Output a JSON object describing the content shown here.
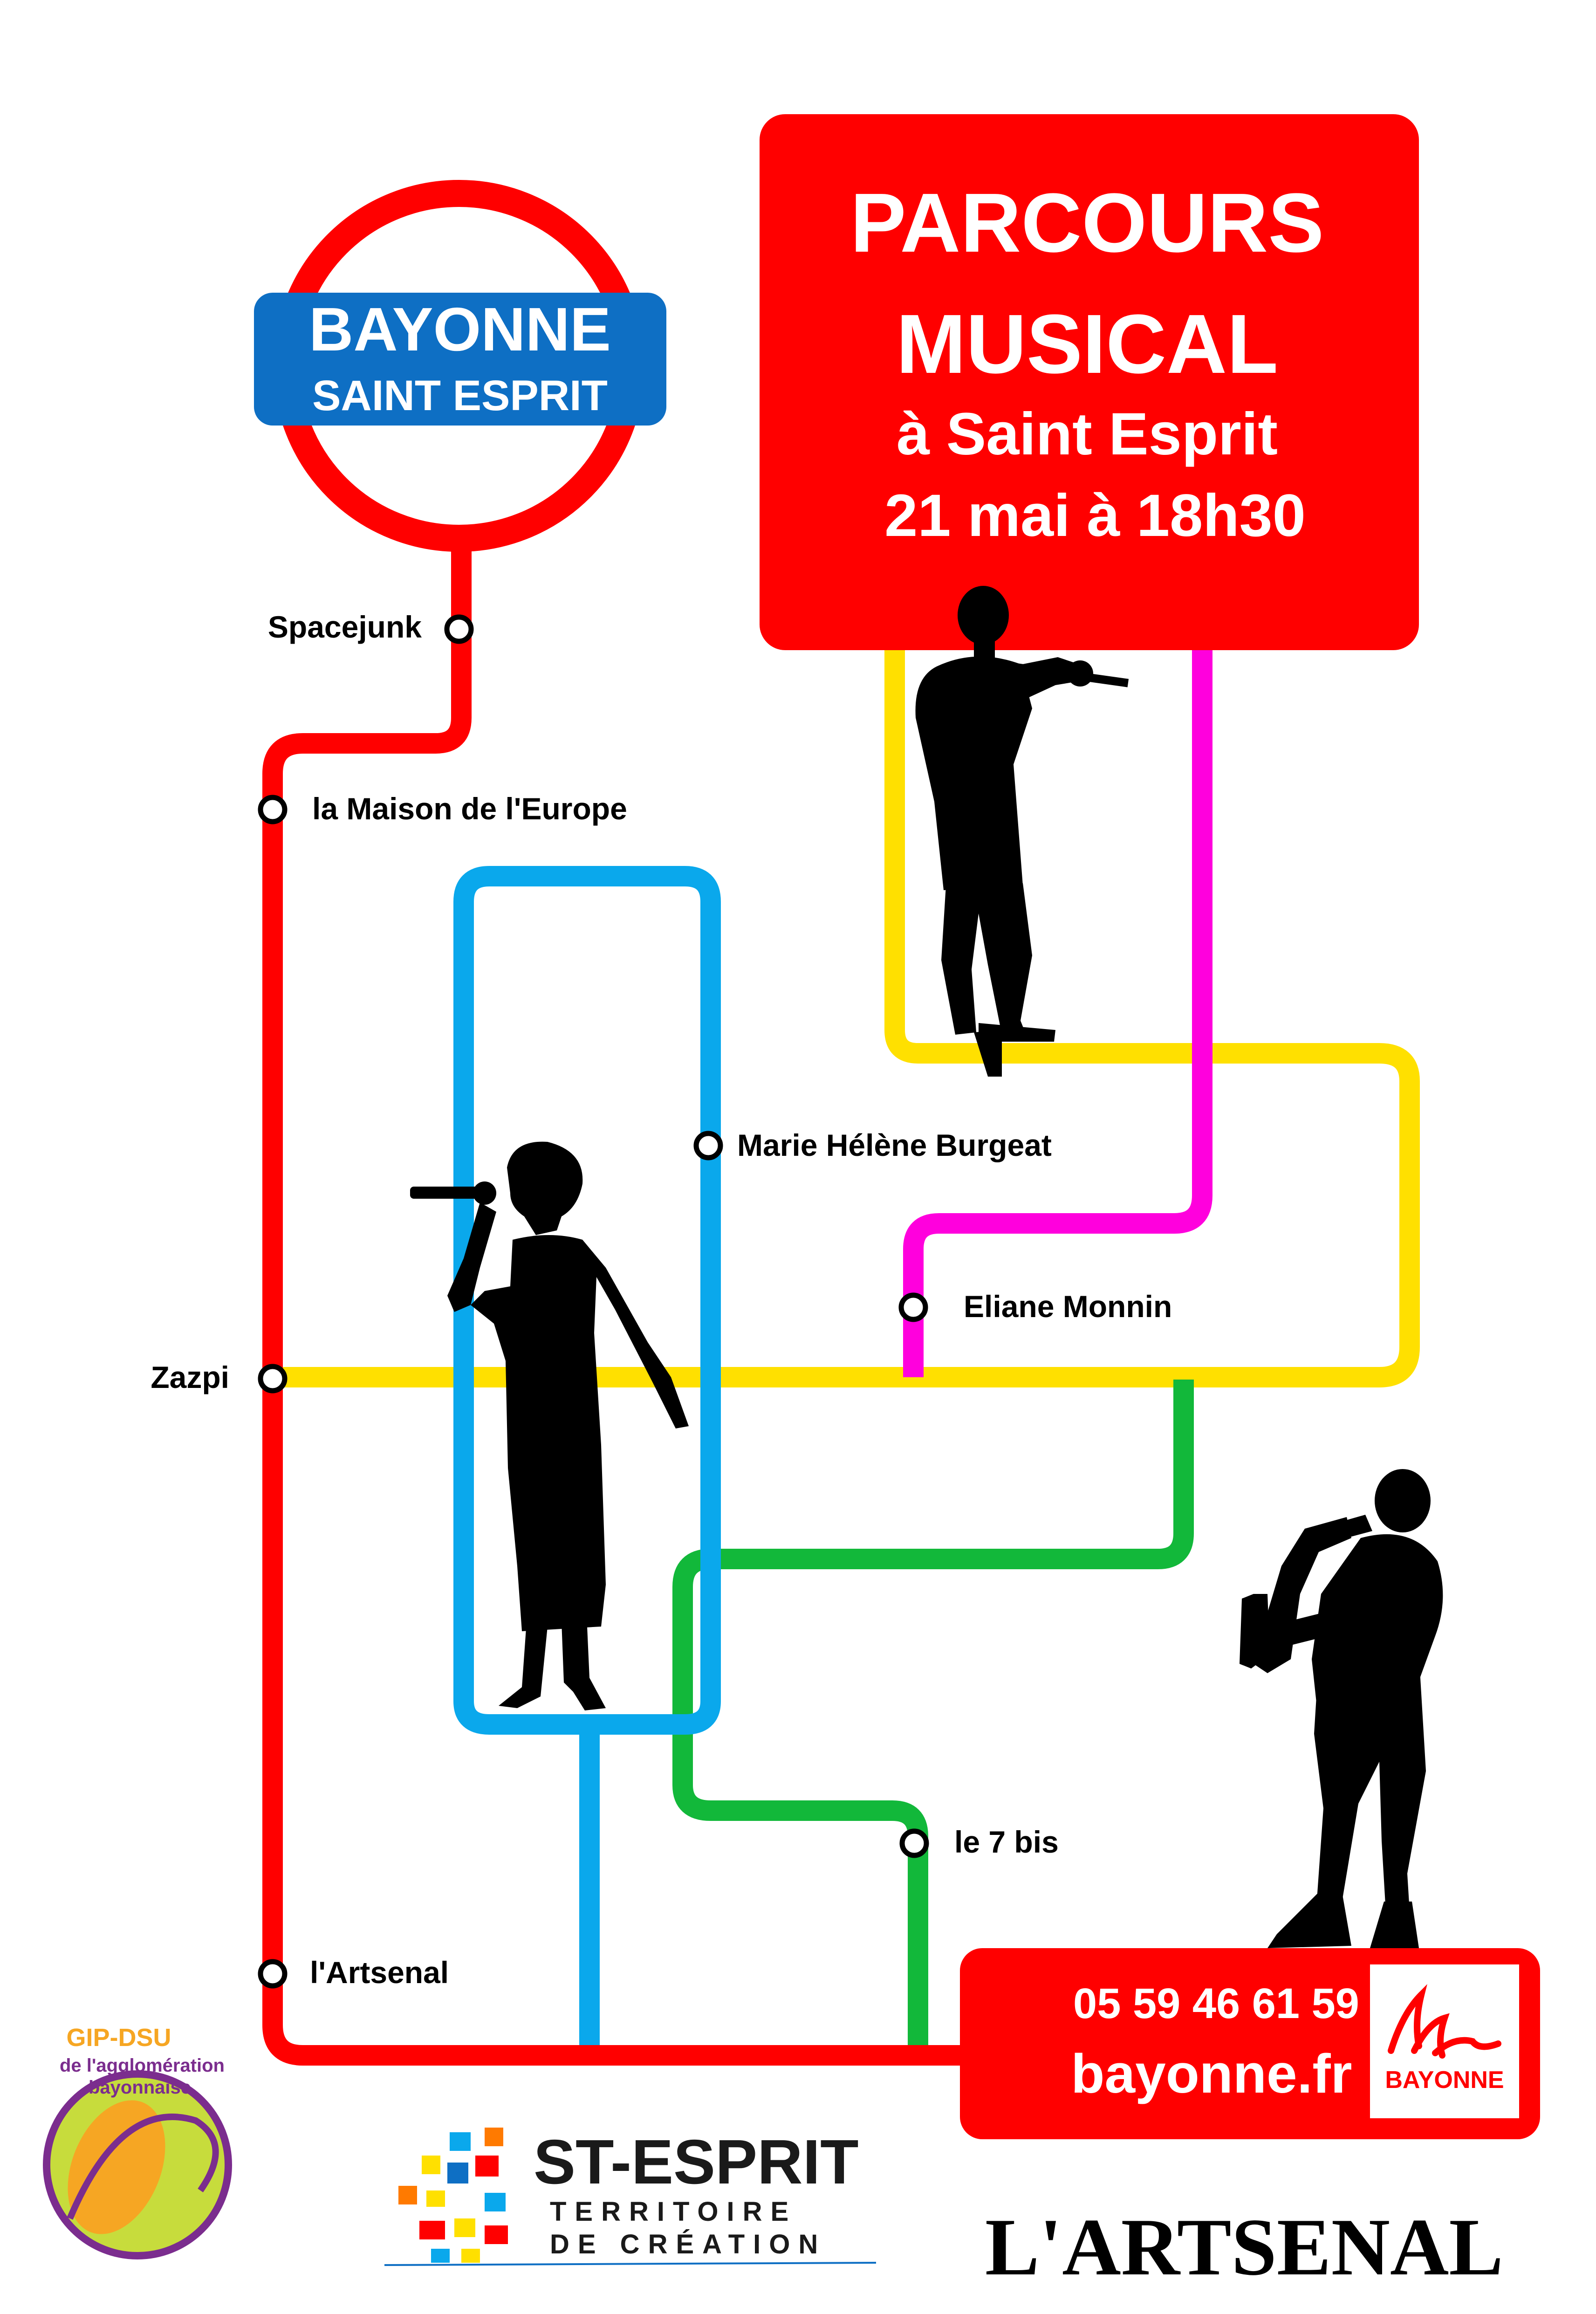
{
  "roundel": {
    "line1": "BAYONNE",
    "line2": "SAINT ESPRIT"
  },
  "header": {
    "title1": "PARCOURS",
    "title2": "MUSICAL",
    "subtitle": "à Saint Esprit",
    "date": "21 mai à 18h30"
  },
  "stations": {
    "spacejunk": "Spacejunk",
    "maison_europe": "la Maison de l'Europe",
    "marie_helene": "Marie Hélène Burgeat",
    "eliane": "Eliane Monnin",
    "zazpi": "Zazpi",
    "le7bis": "le 7 bis",
    "artsenal": "l'Artsenal"
  },
  "contact": {
    "phone": "05 59 46 61 59",
    "website": "bayonne.fr",
    "city_logo_text": "BAYONNE"
  },
  "logos": {
    "gip_title": "GIP-DSU",
    "gip_line1": "de l'agglomération",
    "gip_line2": "bayonnaise",
    "st_esprit_title": "ST-ESPRIT",
    "st_esprit_line1": "TERRITOIRE",
    "st_esprit_line2": "DE CRÉATION",
    "artsenal_logo": "L'ARTSENAL"
  },
  "colors": {
    "red": "#ff0000",
    "blue_line": "#0aa8ec",
    "yellow": "#ffe000",
    "magenta": "#ff00dd",
    "green": "#12b83a",
    "roundel_blue": "#0e6fc4",
    "silhouette": "#000000",
    "gip_purple": "#7b2d8e",
    "gip_orange": "#f6a623",
    "gip_lime": "#c7dc3c"
  }
}
